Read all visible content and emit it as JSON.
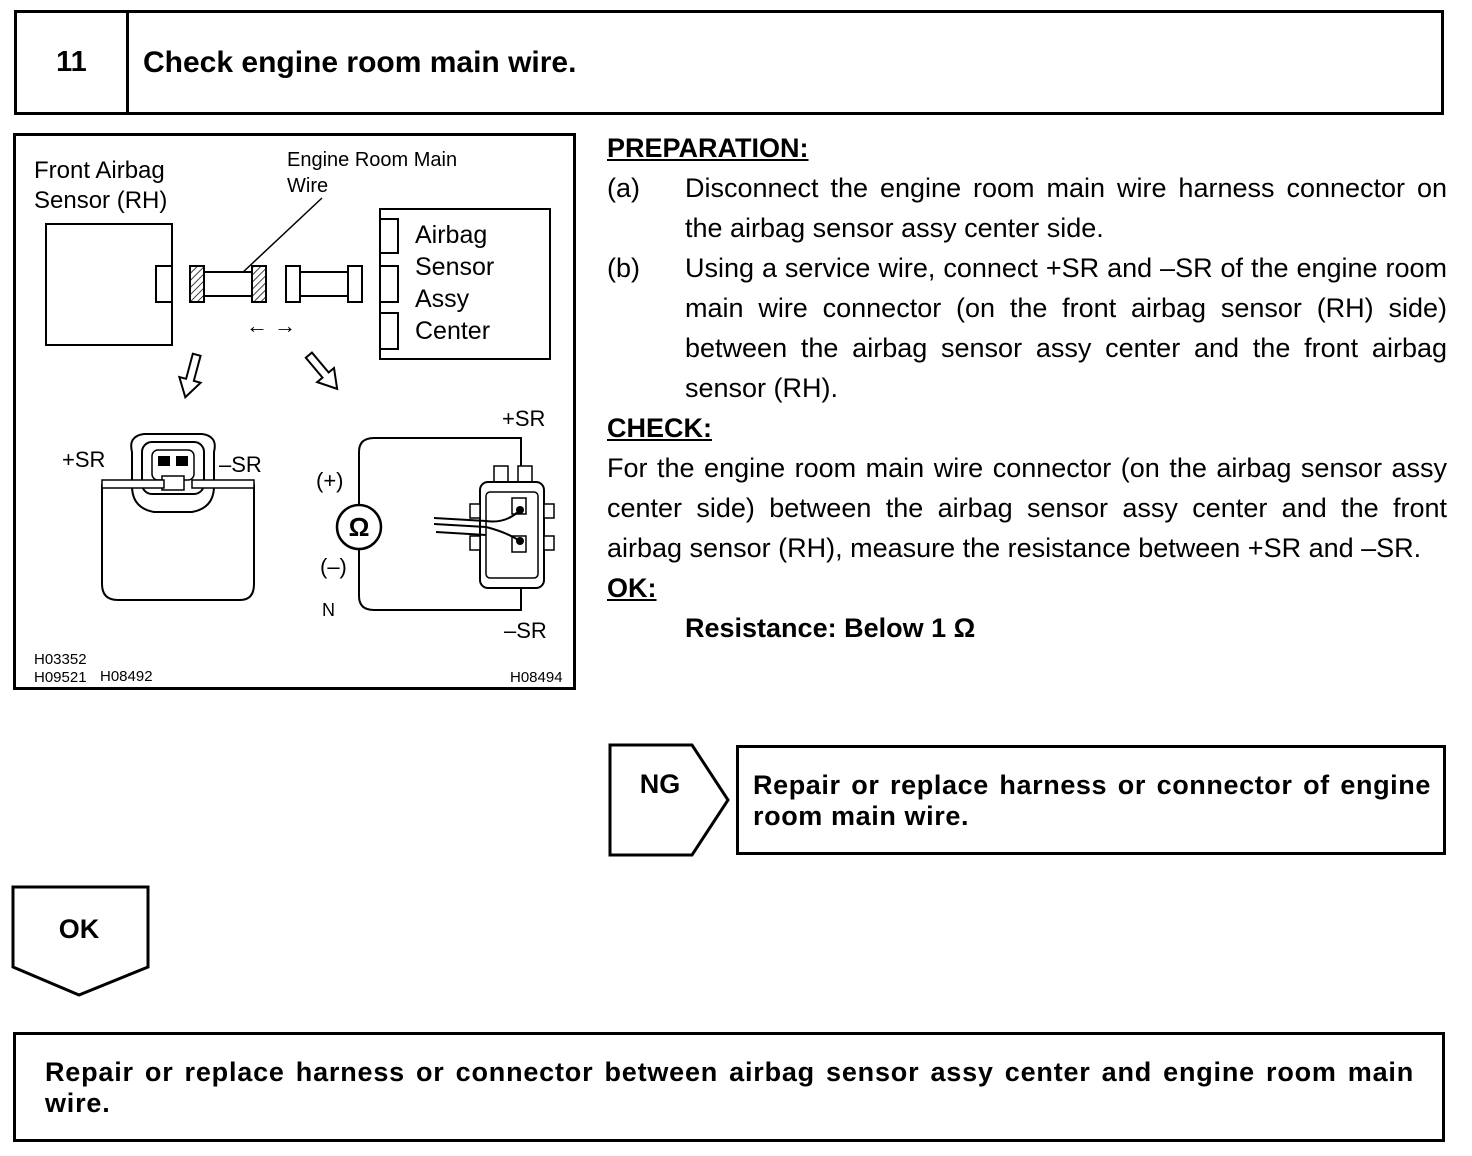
{
  "step": {
    "number": "11",
    "title": "Check engine room main wire."
  },
  "figure": {
    "label_front_airbag_line1": "Front Airbag",
    "label_front_airbag_line2": "Sensor (RH)",
    "label_engine_room_line1": "Engine  Room  Main",
    "label_engine_room_line2": "Wire",
    "label_center_line1": "Airbag",
    "label_center_line2": "Sensor",
    "label_center_line3": "Assy",
    "label_center_line4": "Center",
    "arrows_text": "← →",
    "plus_sr_left": "+SR",
    "minus_sr_left": "–SR",
    "plus_sr_right": "+SR",
    "minus_sr_right": "–SR",
    "meter_plus": "(+)",
    "meter_minus": "(–)",
    "ohm_symbol": "Ω",
    "n_label": "N",
    "code_1": "H03352",
    "code_2": "H09521",
    "code_3": "H08492",
    "code_4": "H08494"
  },
  "instructions": {
    "preparation_heading": "PREPARATION:",
    "prep_items": [
      {
        "label": "(a)",
        "text": "Disconnect the engine room main wire harness connector on the airbag sensor assy center side."
      },
      {
        "label": "(b)",
        "text": "Using a service wire, connect +SR and –SR of the engine room main wire connector (on the front airbag sensor (RH) side) between the airbag sensor assy center and the front airbag sensor (RH)."
      }
    ],
    "check_heading": "CHECK:",
    "check_text": "For the engine room main wire connector (on the airbag sensor assy center side) between the airbag sensor assy center and the front airbag sensor (RH), measure the resistance between +SR and –SR.",
    "ok_heading": "OK:",
    "spec_text": "Resistance: Below 1 Ω"
  },
  "ng": {
    "label": "NG",
    "action": "Repair or replace harness or connector of engine room main wire."
  },
  "ok": {
    "label": "OK"
  },
  "final_action": "Repair or replace harness or connector between airbag sensor assy center and engine room main wire."
}
